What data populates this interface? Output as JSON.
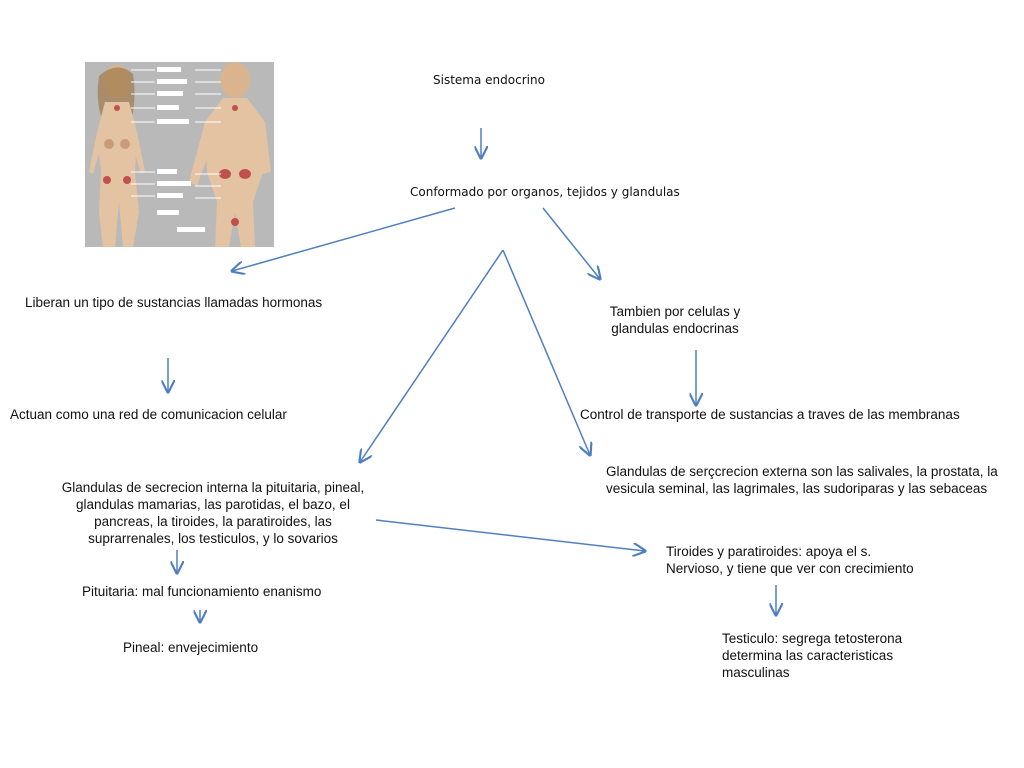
{
  "title": "Sistema endocrino",
  "nodes": {
    "conformado": "Conformado por organos, tejidos y glandulas",
    "hormonas": "Liberan un tipo de sustancias llamadas hormonas",
    "celulas_line1": "Tambien por celulas y",
    "celulas_line2": "glandulas endocrinas",
    "red": "Actuan como una red de comunicacion celular",
    "control": "Control de transporte  de sustancias a traves de las membranas",
    "interna": "Glandulas de secrecion interna la pituitaria, pineal, glandulas mamarias, las parotidas, el bazo, el pancreas, la tiroides, la paratiroides, las suprarrenales, los testiculos, y lo sovarios",
    "externa": "Glandulas de serçcrecion externa son las  salivales, la prostata, la vesicula seminal, las  lagrimales, las sudoriparas y las sebaceas",
    "pituitaria": "Pituitaria: mal funcionamiento enanismo",
    "pineal": "Pineal:  envejecimiento",
    "tiroides_line1": "Tiroides y paratiroides: apoya el s.",
    "tiroides_line2": "Nervioso,  y tiene que ver con crecimiento",
    "testiculo": "Testiculo: segrega tetosterona determina las caracteristicas masculinas"
  },
  "colors": {
    "arrow": "#4f7fbf",
    "illustration_bg": "#b9b9b9",
    "skin": "#e3c3a2"
  },
  "icons": {
    "illustration": "human-endocrine-illustration"
  }
}
